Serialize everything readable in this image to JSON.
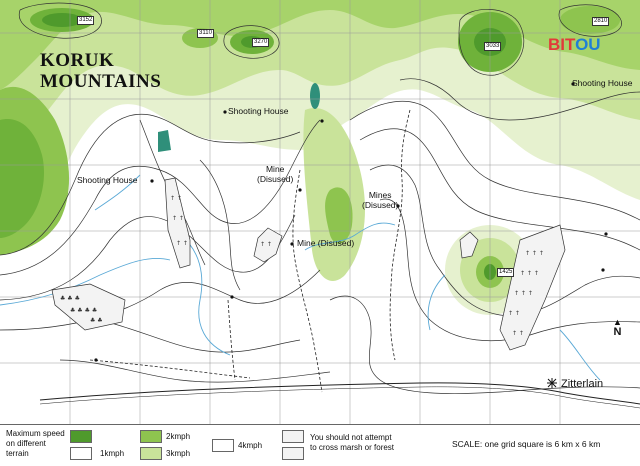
{
  "map": {
    "title_line1": "KORUK",
    "title_line2": "MOUNTAINS",
    "peaks": [
      "3152",
      "3110",
      "3270",
      "2810",
      "3033",
      "1425"
    ],
    "labels": {
      "shooting_house_1": "Shooting House",
      "shooting_house_2": "Shooting House",
      "shooting_house_3": "Shooting House",
      "mine_disused_1_line1": "Mine",
      "mine_disused_1_line2": "(Disused)",
      "mines_disused_line1": "Mines",
      "mines_disused_line2": "(Disused)",
      "mine_disused_2": "Mine (Disused)",
      "town": "Zitterlain"
    },
    "brand": {
      "part1": "BIT",
      "part2": "OU"
    },
    "north_symbol": "N"
  },
  "legend": {
    "heading_line1": "Maximum speed",
    "heading_line2": "on different",
    "heading_line3": "terrain",
    "speed_1": "1kmph",
    "speed_2": "2kmph",
    "speed_3": "3kmph",
    "speed_4": "4kmph",
    "marsh_line1": "You should not attempt",
    "marsh_line2": "to cross marsh or forest",
    "scale": "SCALE: one grid square is 6 km x 6 km"
  },
  "colors": {
    "dark_green": "#4f9a2c",
    "mid_green": "#8ec44f",
    "light_green": "#c9e39a",
    "pale_green": "#e6f1cf",
    "water": "#2f8f7a",
    "stream": "#5aa9d6"
  }
}
